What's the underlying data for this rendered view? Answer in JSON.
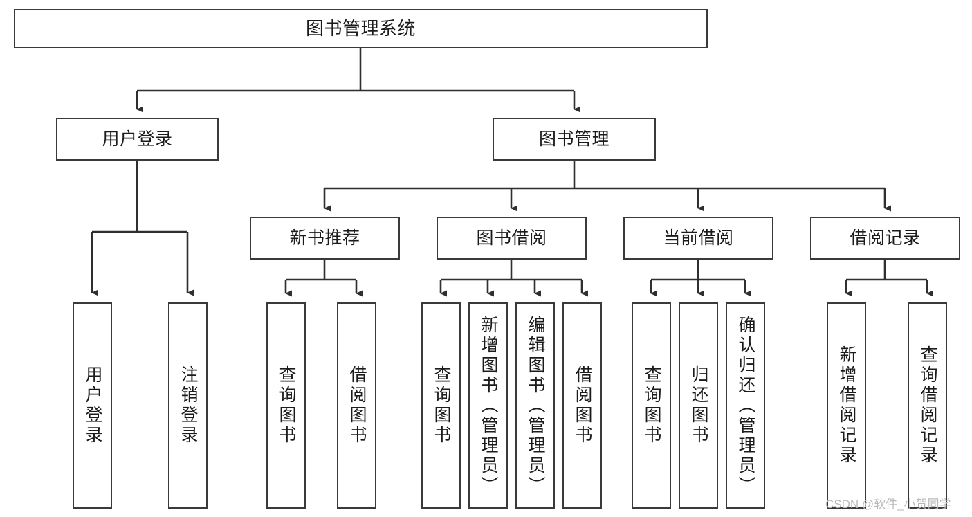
{
  "diagram": {
    "type": "tree-hierarchy-chart",
    "title": "图书管理系统",
    "orientation": "top-down",
    "colors": {
      "box_border": "#3a3a3a",
      "box_fill": "#ffffff",
      "connector": "#2f2f2f",
      "text": "#1b1b1b",
      "watermark": "#b9b9b9",
      "background": "#ffffff"
    }
  },
  "nodes": {
    "root": {
      "label": "图书管理系统"
    },
    "level2": [
      {
        "label": "用户登录"
      },
      {
        "label": "图书管理"
      }
    ],
    "level3": [
      {
        "label": "新书推荐"
      },
      {
        "label": "图书借阅"
      },
      {
        "label": "当前借阅"
      },
      {
        "label": "借阅记录"
      }
    ],
    "leaves": {
      "user_login": [
        {
          "label": "用户登录"
        },
        {
          "label": "注销登录"
        }
      ],
      "new_book_recommend": [
        {
          "label": "查询图书"
        },
        {
          "label": "借阅图书"
        }
      ],
      "book_borrow": [
        {
          "label": "查询图书"
        },
        {
          "label": "新增图书（管理员）"
        },
        {
          "label": "编辑图书（管理员）"
        },
        {
          "label": "借阅图书"
        }
      ],
      "current_borrow": [
        {
          "label": "查询图书"
        },
        {
          "label": "归还图书"
        },
        {
          "label": "确认归还（管理员）"
        }
      ],
      "borrow_record": [
        {
          "label": "新增借阅记录"
        },
        {
          "label": "查询借阅记录"
        }
      ]
    }
  },
  "watermark": {
    "text": "CSDN @软件_小贺同学"
  }
}
